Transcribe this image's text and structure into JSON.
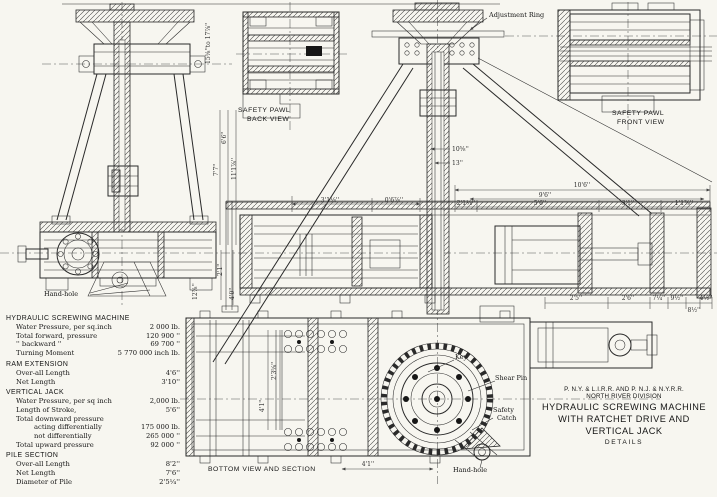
{
  "page": {
    "background": "#f7f6f0",
    "ink": "#2a2a2a"
  },
  "captions": {
    "safety_pawl_back_1": "SAFETY PAWL",
    "safety_pawl_back_2": "BACK VIEW",
    "safety_pawl_front_1": "SAFETY PAWL",
    "safety_pawl_front_2": "FRONT VIEW",
    "bottom_view": "BOTTOM VIEW AND SECTION"
  },
  "callouts": {
    "adjustment_ring": "Adjustment Ring",
    "hand_hole_left": "Hand-hole",
    "hand_hole_bottom": "Hand-hole",
    "key": "Key",
    "shear_pin": "Shear Pin",
    "safety_catch_1": "Safety",
    "safety_catch_2": "Catch"
  },
  "dims": {
    "overall": "10'6''",
    "rail": "9'6''",
    "seg1": "2'1¼''",
    "seg2": "5'6''",
    "seg3": "3'1''",
    "seg4": "1'1⅞''",
    "left1": "3'1⅛''",
    "left2": "0'6⅞''",
    "col_upper": "10⅝''",
    "col_lower": "13''",
    "pawl_range": "15⅝''to 17⅞''",
    "gap_v1": "6'6''",
    "gap_v2": "7'7''",
    "gap_v3": "11'1⅞''",
    "side_v1": "2'1''",
    "side_v2": "12⅞''",
    "side_v3": "4'0''",
    "bottom_v1": "2'3⅝''",
    "bottom_v2": "4'1''",
    "bottom_span": "4'1''",
    "r1": "2'5''",
    "r2": "2'6''",
    "r3": "7¼''",
    "r4": "9½''",
    "r5": "4½''",
    "r6": "8½''"
  },
  "spec_table": {
    "sections": [
      {
        "heading": "HYDRAULIC SCREWING MACHINE",
        "rows": [
          {
            "label": "Water Pressure, per sq.inch",
            "value": "2 000 lb."
          },
          {
            "label": "Total forward, pressure",
            "value": "120 900 ''"
          },
          {
            "label": "''  backward  ''",
            "value": "69 700 ''"
          },
          {
            "label": "Turning Moment",
            "value": "5 770 000 inch lb."
          }
        ]
      },
      {
        "heading": "RAM EXTENSION",
        "rows": [
          {
            "label": "Over-all Length",
            "value": "4'6''"
          },
          {
            "label": "Net Length",
            "value": "3'10''"
          }
        ]
      },
      {
        "heading": "VERTICAL JACK",
        "rows": [
          {
            "label": "Water Pressure, per sq inch",
            "value": "2,000 lb."
          },
          {
            "label": "Length of Stroke,",
            "value": "5'6''"
          },
          {
            "label": "Total downward pressure",
            "value": ""
          },
          {
            "label": "acting differentially",
            "value": "175 000 lb."
          },
          {
            "label": "not differentially",
            "value": "265 000 ''"
          },
          {
            "label": "Total upward pressure",
            "value": "92 000 ''"
          }
        ]
      },
      {
        "heading": "PILE SECTION",
        "rows": [
          {
            "label": "Over-all Length",
            "value": "8'2''"
          },
          {
            "label": "Net Length",
            "value": "7'6''"
          },
          {
            "label": "Diameter of Pile",
            "value": "2'5¼''"
          }
        ]
      }
    ]
  },
  "title_block": {
    "railroads": "P. N.Y. & L.I.R.R. AND P. N.J. & N.Y.R.R.",
    "division": "NORTH RIVER DIVISION",
    "title1": "HYDRAULIC SCREWING MACHINE",
    "title2": "WITH RATCHET DRIVE AND",
    "title3": "VERTICAL JACK",
    "subtitle": "DETAILS"
  }
}
